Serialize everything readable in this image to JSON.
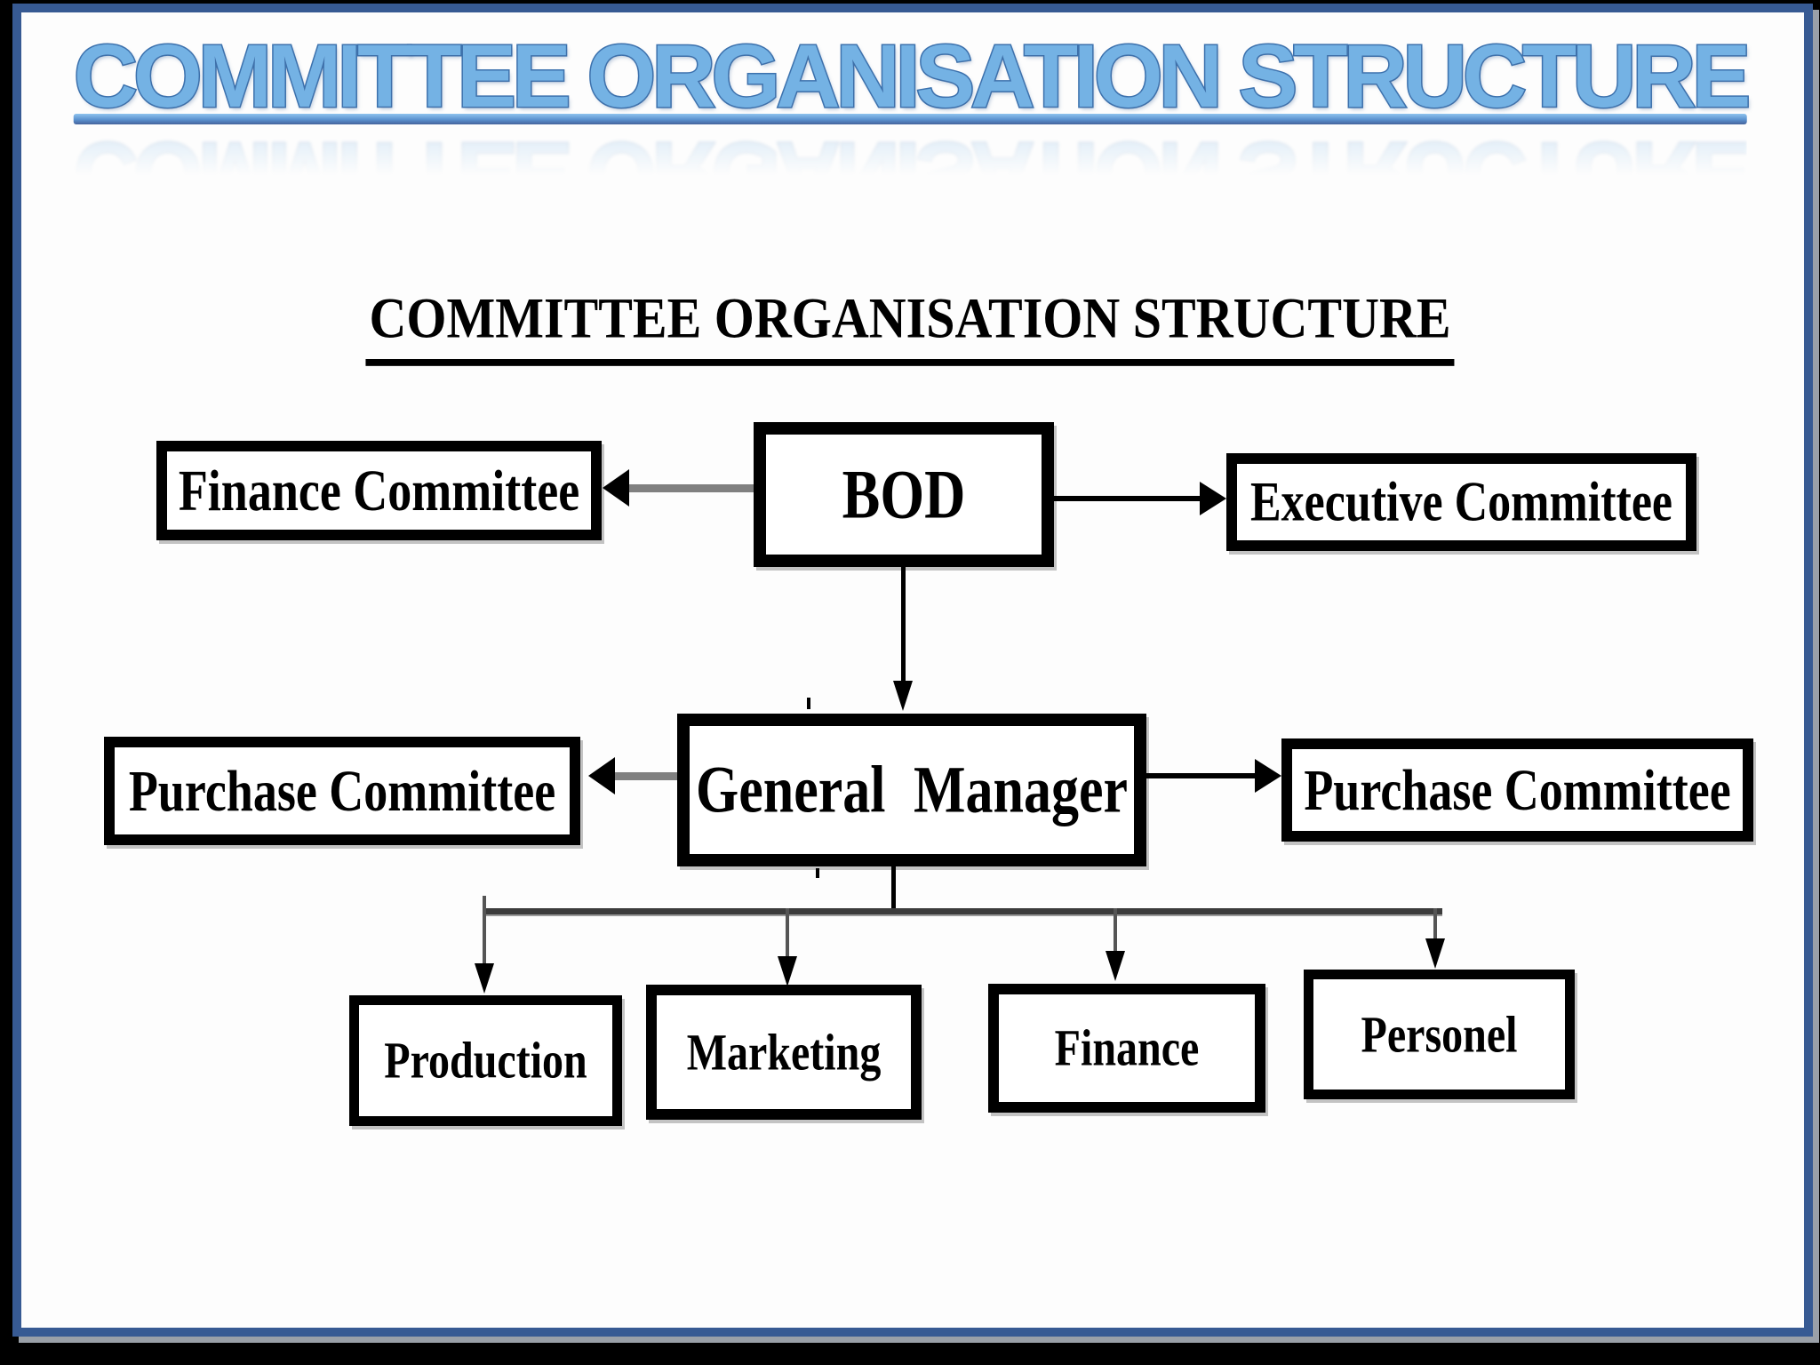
{
  "titles": {
    "wordart": "COMMITTEE ORGANISATION STRUCTURE",
    "heading": "COMMITTEE ORGANISATION STRUCTURE"
  },
  "nodes": {
    "bod": "BOD",
    "finance_committee": "Finance Committee",
    "executive_committee": "Executive Committee",
    "general_manager": "General Manager",
    "purchase_committee_left": "Purchase Committee",
    "purchase_committee_right": "Purchase Committee",
    "production": "Production",
    "marketing": "Marketing",
    "finance": "Finance",
    "personel": "Personel"
  },
  "edges": [
    {
      "from": "BOD",
      "to": "Finance Committee",
      "style": "thick-gray-arrow-left"
    },
    {
      "from": "BOD",
      "to": "Executive Committee",
      "style": "thin-black-arrow-right"
    },
    {
      "from": "BOD",
      "to": "General Manager",
      "style": "thin-black-arrow-down"
    },
    {
      "from": "General Manager",
      "to": "Purchase Committee (left)",
      "style": "thick-gray-arrow-left"
    },
    {
      "from": "General Manager",
      "to": "Purchase Committee (right)",
      "style": "thin-black-arrow-right"
    },
    {
      "from": "General Manager",
      "to": "Production",
      "style": "tree-arrow-down"
    },
    {
      "from": "General Manager",
      "to": "Marketing",
      "style": "tree-arrow-down"
    },
    {
      "from": "General Manager",
      "to": "Finance",
      "style": "tree-arrow-down"
    },
    {
      "from": "General Manager",
      "to": "Personel",
      "style": "tree-arrow-down"
    }
  ],
  "colors": {
    "outer_background": "#000000",
    "frame_border_blue": "#375A93",
    "frame_shadow_gray": "#9AA0A8",
    "page_background": "#FDFDFD",
    "wordart_fill": "#74B2E4",
    "wordart_outline": "#3D72AE",
    "wordart_underline": "#5B92CF",
    "heading_text": "#000000",
    "box_border": "#000000",
    "box_text": "#000000",
    "arrow_gray": "#808080",
    "arrow_black": "#000000"
  }
}
